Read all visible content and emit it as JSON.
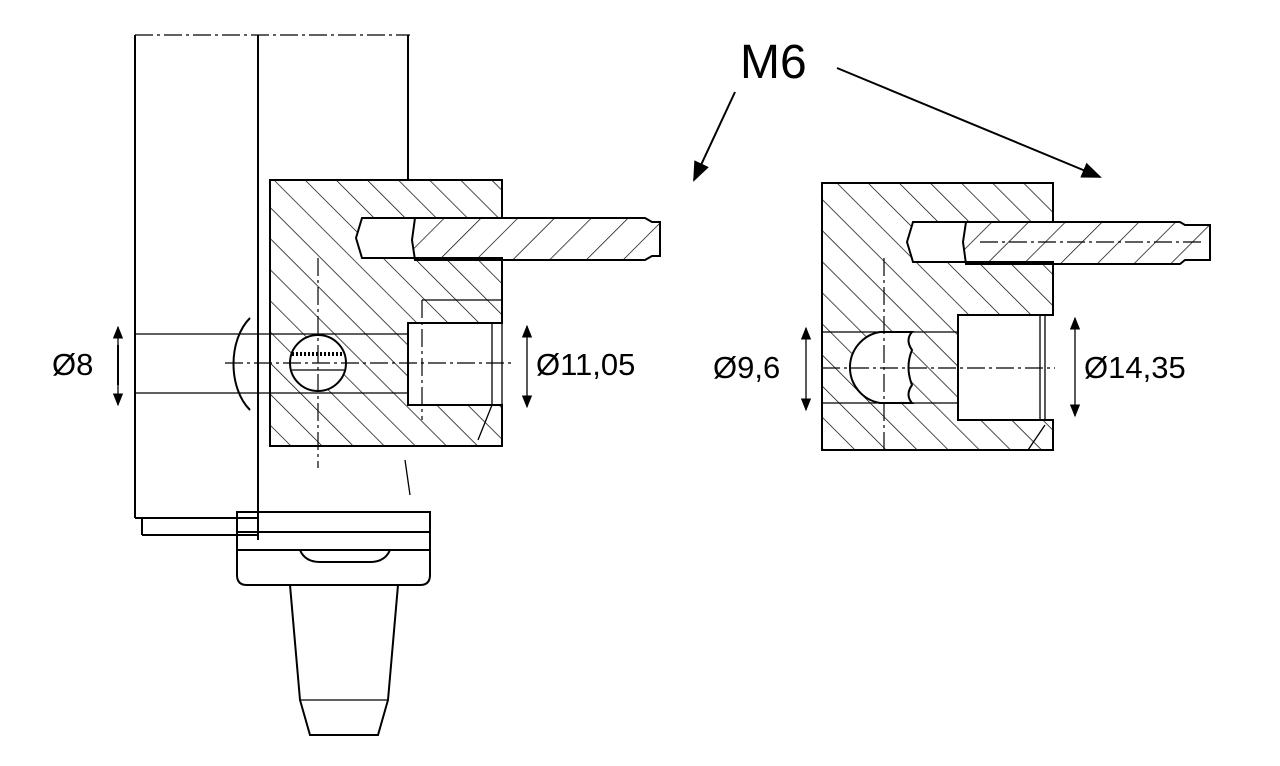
{
  "labels": {
    "thread": "M6",
    "left_bore_diameter": "Ø8",
    "left_counterbore_diameter": "Ø11,05",
    "right_bore_diameter": "Ø9,6",
    "right_counterbore_diameter": "Ø14,35"
  },
  "colors": {
    "line": "#000000",
    "background": "#ffffff"
  }
}
